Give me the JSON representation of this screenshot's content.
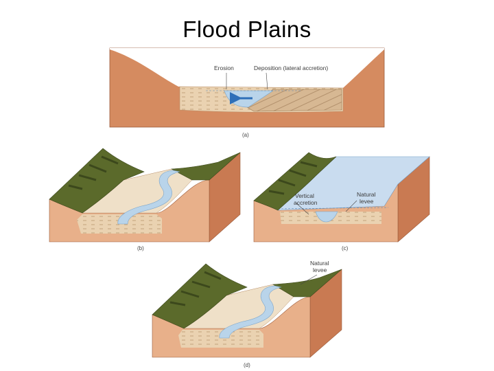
{
  "title": "Flood Plains",
  "panel_a": {
    "caption": "(a)",
    "labels": {
      "erosion": "Erosion",
      "deposition": "Deposition (lateral accretion)"
    }
  },
  "panel_b": {
    "caption": "(b)"
  },
  "panel_c": {
    "caption": "(c)",
    "labels": {
      "vertical_1": "Vertical",
      "vertical_2": "accretion",
      "levee_1": "Natural",
      "levee_2": "levee"
    }
  },
  "panel_d": {
    "caption": "(d)",
    "labels": {
      "levee_1": "Natural",
      "levee_2": "levee"
    }
  },
  "colors": {
    "hillside": "#d48a5e",
    "block_front": "#e8b28e",
    "block_side": "#c9724c",
    "vegetation": "#5c6b2c",
    "sediment": "#e9cfae",
    "water": "#b9d4ea",
    "flood": "#c9dcef"
  }
}
